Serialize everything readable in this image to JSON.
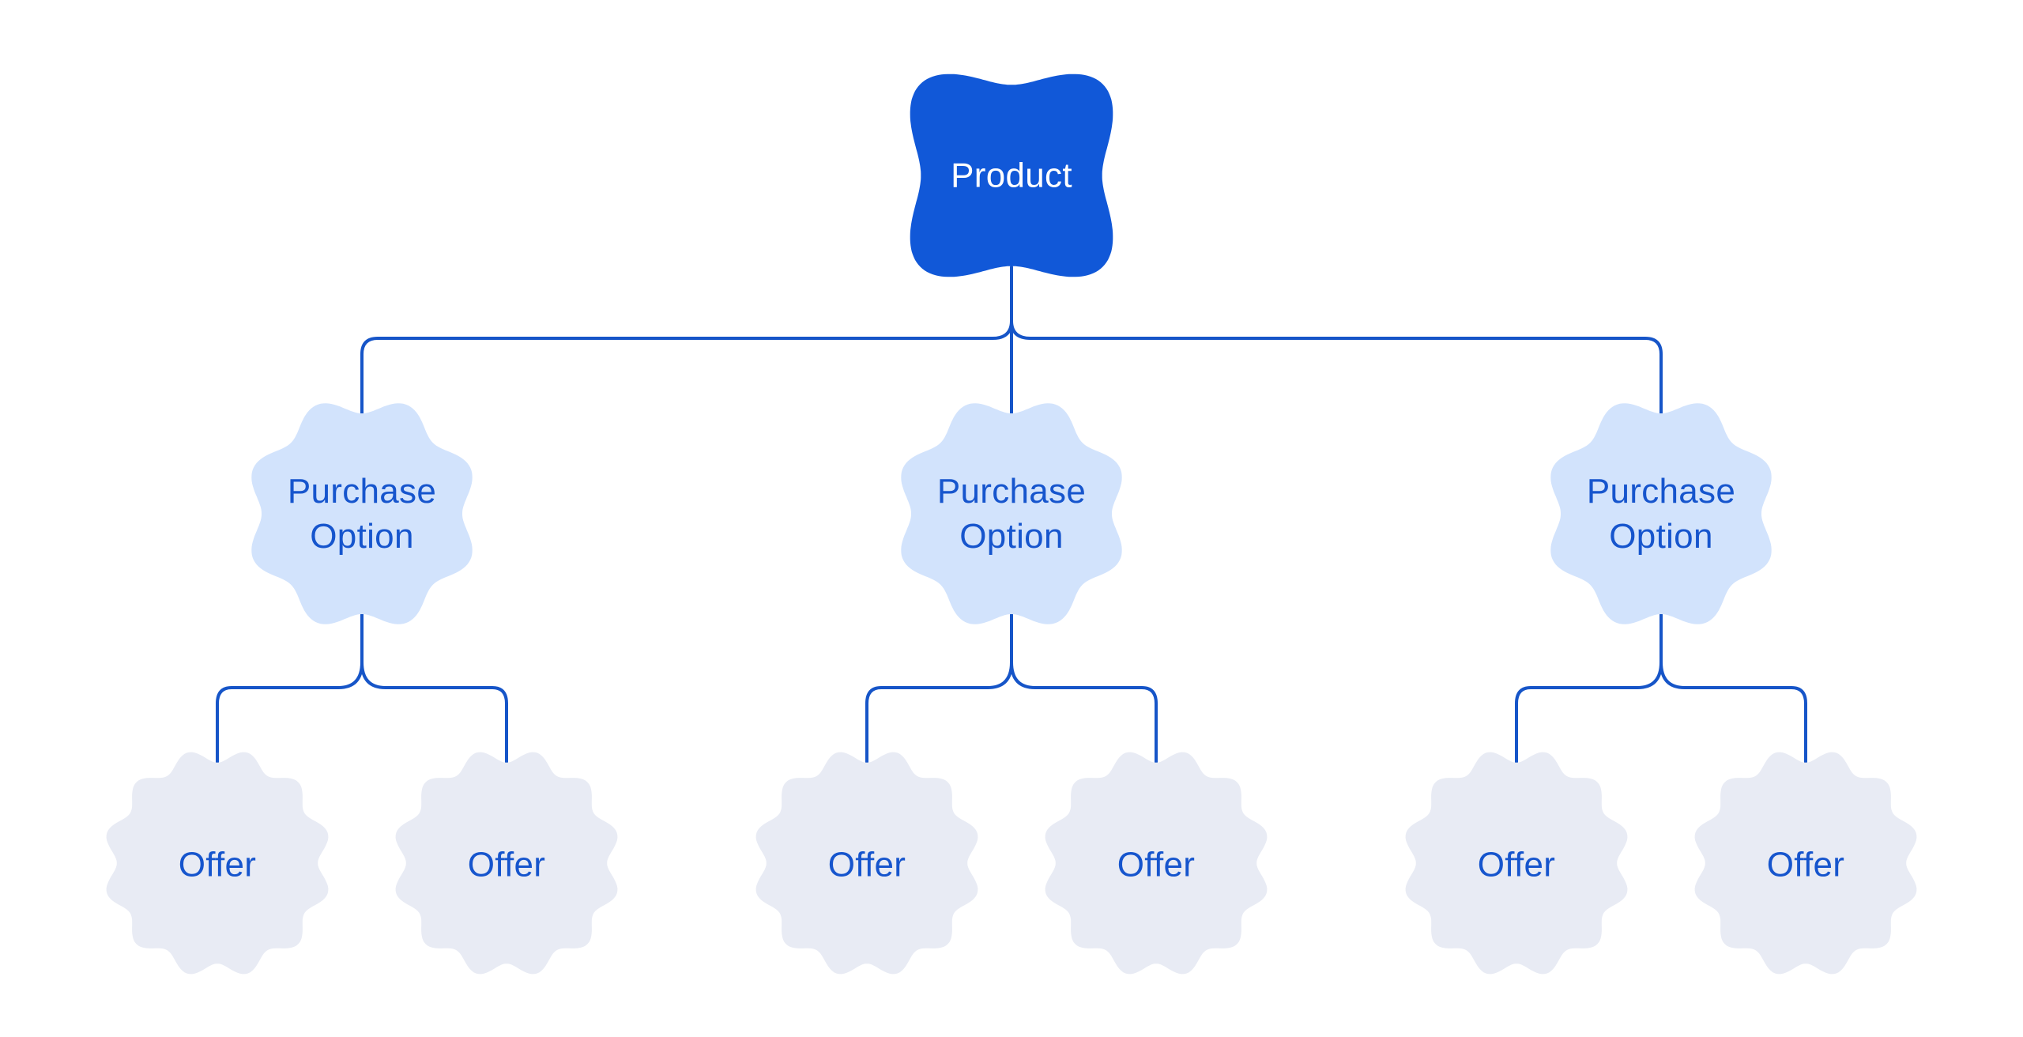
{
  "diagram": {
    "nodes": {
      "product": {
        "label": "Product"
      },
      "purchase_options": [
        {
          "label": "Purchase Option"
        },
        {
          "label": "Purchase Option"
        },
        {
          "label": "Purchase Option"
        }
      ],
      "offers": [
        {
          "label": "Offer"
        },
        {
          "label": "Offer"
        },
        {
          "label": "Offer"
        },
        {
          "label": "Offer"
        },
        {
          "label": "Offer"
        },
        {
          "label": "Offer"
        }
      ]
    },
    "colors": {
      "background": "#ffffff",
      "product_fill": "#1158d8",
      "product_text": "#ffffff",
      "purchase_fill": "#d2e3fc",
      "offer_fill": "#e8ebf4",
      "node_text": "#1655cd",
      "connector": "#1655c8"
    }
  }
}
